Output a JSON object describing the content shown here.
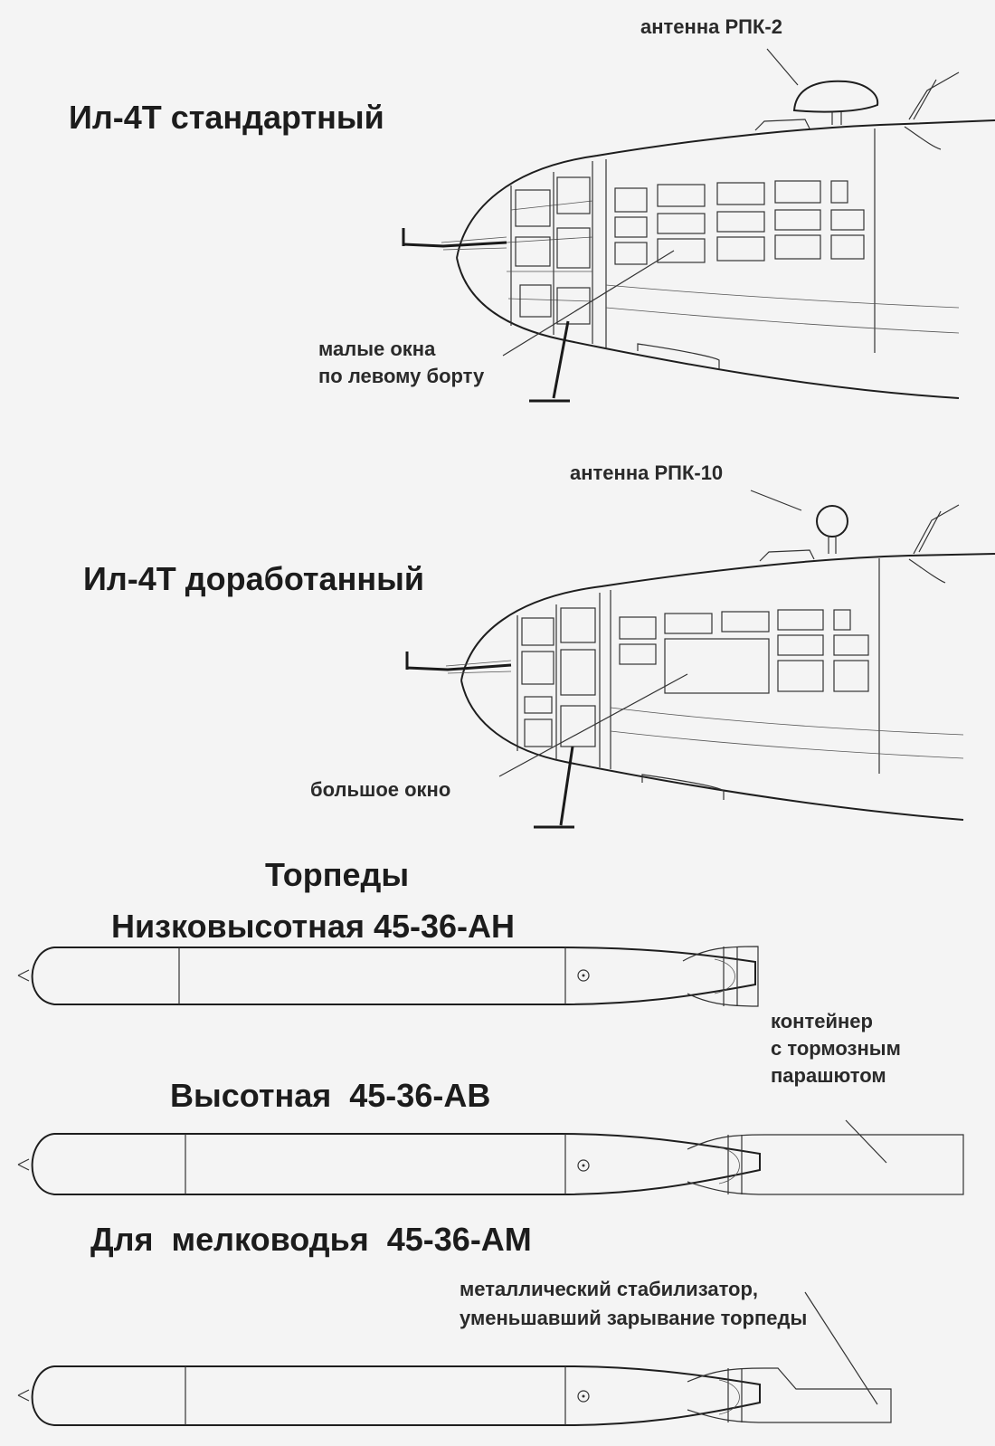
{
  "aircraft": {
    "standard_title": "Ил-4Т стандартный",
    "modified_title": "Ил-4Т доработанный",
    "antenna_rpk2": "антенна РПК-2",
    "antenna_rpk10": "антенна РПК-10",
    "small_windows_line1": "малые окна",
    "small_windows_line2": "по левому борту",
    "large_window": "большое окно"
  },
  "torpedoes": {
    "section_title": "Торпеды",
    "low_altitude": "Низковысотная 45-36-АН",
    "high_altitude": "Высотная  45-36-АВ",
    "shallow_water": "Для  мелководья  45-36-АМ",
    "container_line1": "контейнер",
    "container_line2": "с тормозным",
    "container_line3": "парашютом",
    "stabilizer_line1": "металлический стабилизатор,",
    "stabilizer_line2": "уменьшавший зарывание торпеды"
  }
}
